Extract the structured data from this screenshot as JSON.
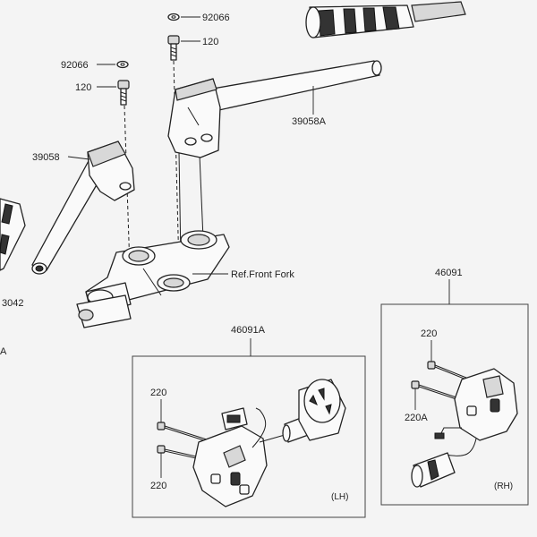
{
  "labels": {
    "p92066_top": "92066",
    "p120_top": "120",
    "p92066_left": "92066",
    "p120_left": "120",
    "p39058": "39058",
    "p39058A": "39058A",
    "p3042": "3042",
    "ref_front_fork": "Ref.Front Fork",
    "p46091A": "46091A",
    "p46091": "46091",
    "lh_220_top": "220",
    "lh_220_bottom": "220",
    "rh_220": "220",
    "rh_220A": "220A",
    "lh_tag": "(LH)",
    "rh_tag": "(RH)",
    "edge_a": "A"
  },
  "icons": [
    "washer-icon",
    "bolt-icon",
    "handlebar-icon",
    "triple-clamp-icon",
    "switch-housing-icon",
    "grip-icon"
  ]
}
